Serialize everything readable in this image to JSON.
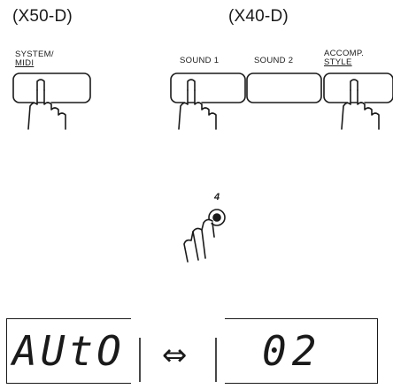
{
  "models": {
    "left": "(X50-D)",
    "right": "(X40-D)"
  },
  "buttons": {
    "system_midi_line1": "SYSTEM/",
    "system_midi_line2": "MIDI",
    "sound1": "SOUND 1",
    "sound2": "SOUND 2",
    "accomp_line1": "ACCOMP.",
    "accomp_line2": "STYLE"
  },
  "dial_step": "4",
  "displays": {
    "left": "AUtO",
    "right": "02",
    "arrow": "⇔"
  }
}
